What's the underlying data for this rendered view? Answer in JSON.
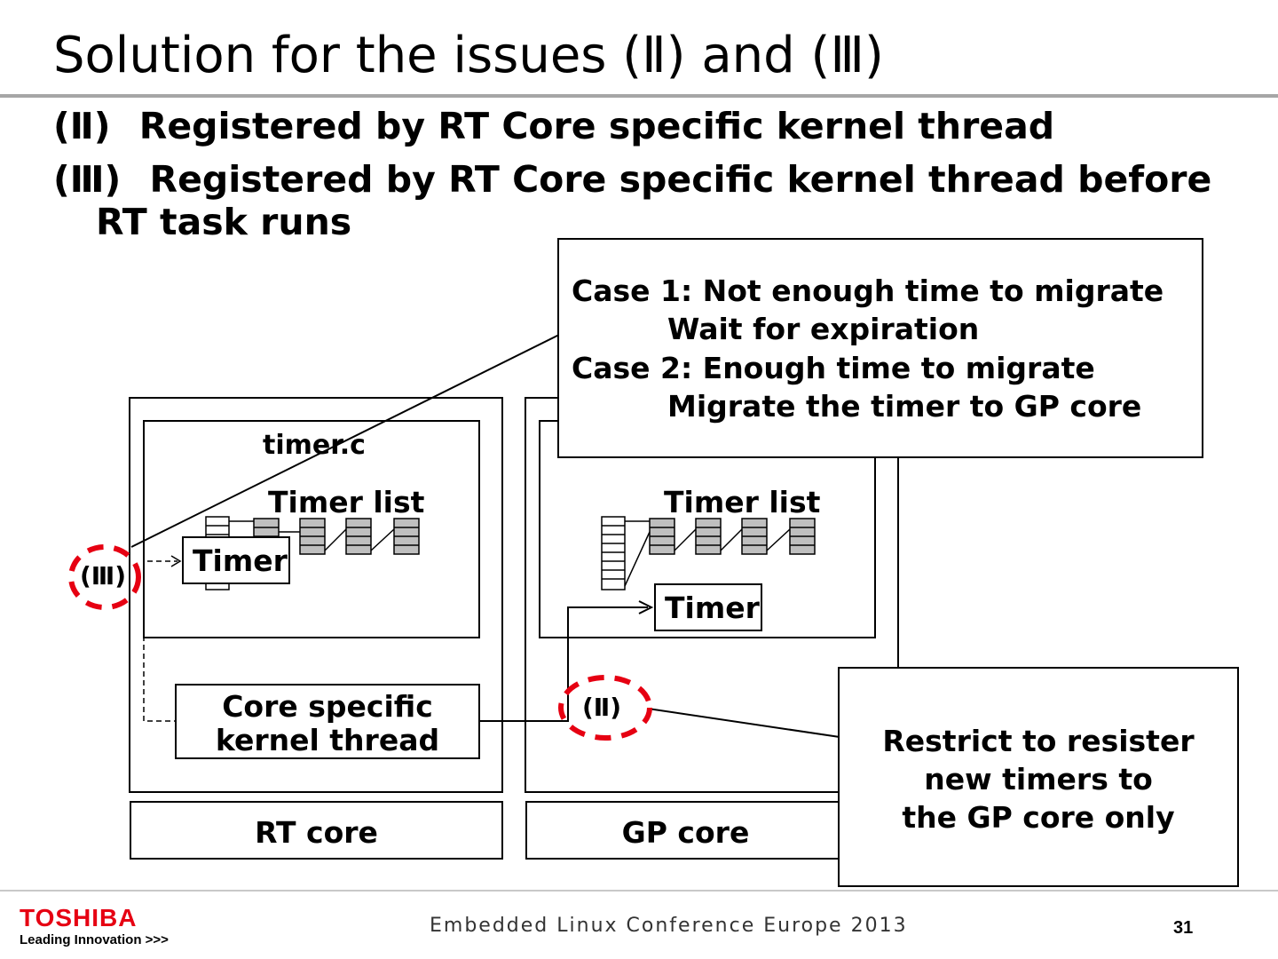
{
  "title": "Solution for the issues (Ⅱ) and (Ⅲ)",
  "bullets": [
    {
      "marker": "(Ⅱ)",
      "text": "Registered by RT Core specific kernel thread"
    },
    {
      "marker": "(Ⅲ)",
      "text": "Registered by RT Core specific kernel thread before",
      "continuation": "RT task runs"
    }
  ],
  "callout_top": {
    "case1": "Case 1: Not enough time to migrate",
    "case1_action": "Wait for expiration",
    "case2": "Case 2: Enough time to migrate",
    "case2_action": "Migrate the timer to GP core"
  },
  "rt_side": {
    "file_label": "timer.c",
    "timer_list_label": "Timer list",
    "timer_label": "Timer",
    "marker": "(Ⅲ)",
    "thread_label_1": "Core specific",
    "thread_label_2": "kernel thread",
    "core_label": "RT core"
  },
  "gp_side": {
    "timer_list_label": "Timer list",
    "timer_label": "Timer",
    "marker": "(Ⅱ)",
    "core_label": "GP core"
  },
  "callout_bottom": {
    "line1": "Restrict to resister",
    "line2": "new timers to",
    "line3": "the GP core only"
  },
  "footer": {
    "company": "TOSHIBA",
    "tagline": "Leading Innovation >>>",
    "conference": "Embedded Linux Conference Europe 2013",
    "page": "31"
  },
  "colors": {
    "accent_red": "#e60012",
    "rule_gray": "#a6a6a6",
    "cell_gray": "#bfbfbf"
  }
}
